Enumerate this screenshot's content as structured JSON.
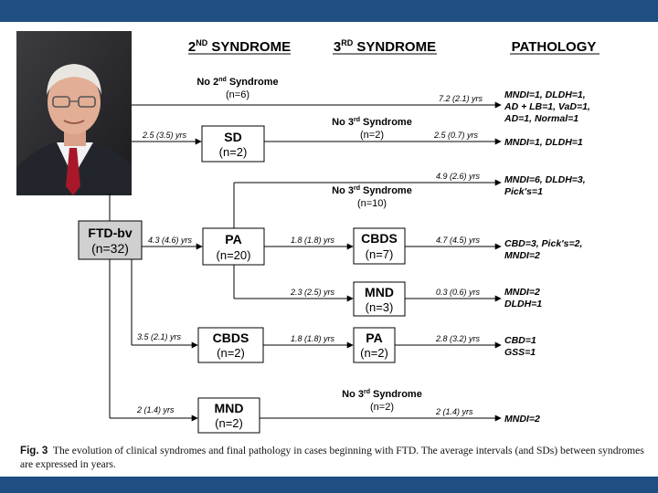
{
  "headers": {
    "second": {
      "main": "2",
      "sup": "ND",
      "rest": " SYNDROME"
    },
    "third": {
      "main": "3",
      "sup": "RD",
      "rest": " SYNDROME"
    },
    "pathology": "PATHOLOGY"
  },
  "boxes": {
    "ftd": {
      "name": "FTD-bv",
      "n": "(n=32)"
    },
    "sd": {
      "name": "SD",
      "n": "(n=2)"
    },
    "pa": {
      "name": "PA",
      "n": "(n=20)"
    },
    "cbds2": {
      "name": "CBDS",
      "n": "(n=2)"
    },
    "mnd2": {
      "name": "MND",
      "n": "(n=2)"
    },
    "cbds3": {
      "name": "CBDS",
      "n": "(n=7)"
    },
    "mnd3": {
      "name": "MND",
      "n": "(n=3)"
    },
    "pa3": {
      "name": "PA",
      "n": "(n=2)"
    }
  },
  "notes": {
    "no2nd": {
      "pre": "No 2",
      "sup": "nd",
      "post": " Syndrome",
      "n": "(n=6)"
    },
    "no3rd_sd": {
      "pre": "No 3",
      "sup": "rd",
      "post": " Syndrome",
      "n": "(n=2)"
    },
    "no3rd_pa": {
      "pre": "No 3",
      "sup": "rd",
      "post": " Syndrome",
      "n": "(n=10)"
    },
    "no3rd_mnd": {
      "pre": "No 3",
      "sup": "rd",
      "post": " Syndrome",
      "n": "(n=2)"
    }
  },
  "intervals": {
    "top_path": "7.2 (2.1) yrs",
    "to_sd": "2.5 (3.5) yrs",
    "sd_path": "2.5 (0.7) yrs",
    "pa_path": "4.9 (2.6) yrs",
    "to_pa": "4.3 (4.6) yrs",
    "pa_cbds": "1.8 (1.8) yrs",
    "cbds_path": "4.7 (4.5) yrs",
    "pa_mnd": "2.3 (2.5) yrs",
    "mnd_path": "0.3 (0.6) yrs",
    "to_cbds": "3.5 (2.1) yrs",
    "cbds_pa": "1.8 (1.8) yrs",
    "pa3_path": "2.8 (3.2) yrs",
    "to_mnd": "2 (1.4) yrs",
    "mnd2_path": "2 (1.4) yrs"
  },
  "pathology": {
    "top": [
      "MNDI=1, DLDH=1,",
      "AD + LB=1, VaD=1,",
      "AD=1, Normal=1"
    ],
    "sd": [
      "MNDI=1, DLDH=1"
    ],
    "pa": [
      "MNDI=6, DLDH=3,",
      "Pick's=1"
    ],
    "cbds": [
      "CBD=3, Pick's=2,",
      "MNDI=2"
    ],
    "mnd": [
      "MNDI=2",
      "DLDH=1"
    ],
    "pa3": [
      "CBD=1",
      "GSS=1"
    ],
    "mnd2": [
      "MNDI=2"
    ]
  },
  "caption": {
    "label": "Fig. 3",
    "text": "The evolution of clinical syndromes and final pathology in cases beginning with FTD. The average intervals (and SDs) between syndromes are expressed in years."
  },
  "colors": {
    "band": "#1f4e82",
    "ftd_box": "#d0d0d0",
    "line": "#000000"
  }
}
